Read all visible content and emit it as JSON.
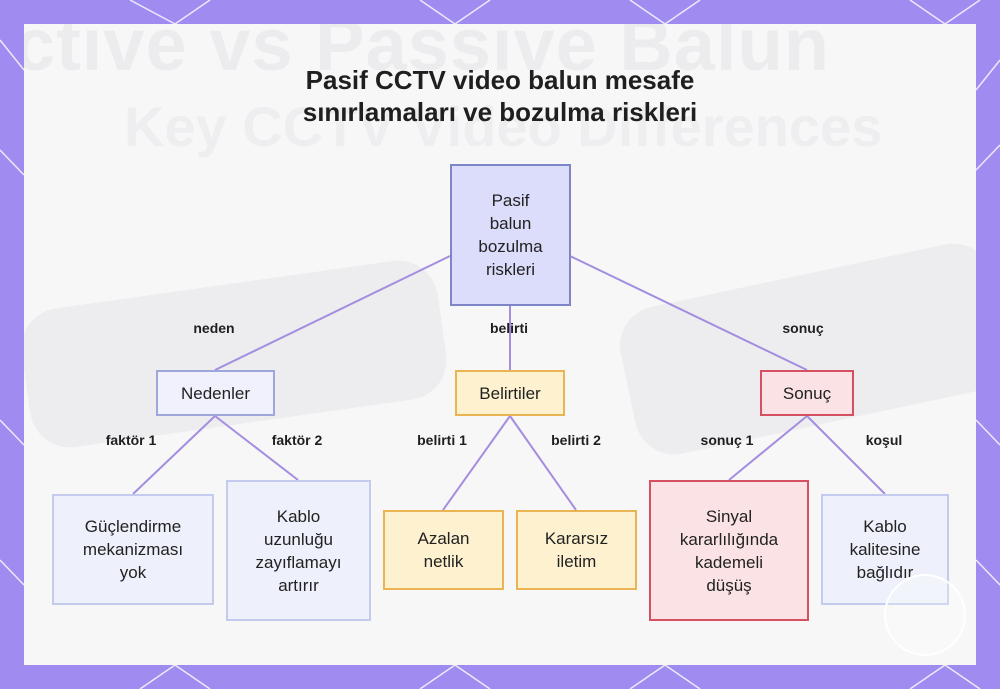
{
  "title": [
    "Pasif CCTV video balun mesafe",
    "sınırlamaları ve bozulma riskleri"
  ],
  "nodes": {
    "root": "Pasif\nbalun\nbozulma\nriskleri",
    "causes": "Nedenler",
    "symptoms": "Belirtiler",
    "result": "Sonuç",
    "no_amplification": "Güçlendirme\nmekanizması\nyok",
    "cable_length": "Kablo\nuzunluğu\nzayıflamayı\nartırır",
    "reduced_clarity": "Azalan\nnetlik",
    "unstable_transmission": "Kararsız\niletim",
    "signal_degradation": "Sinyal\nkararlılığında\nkademeli\ndüşüş",
    "cable_quality": "Kablo\nkalitesine\nbağlıdır"
  },
  "edges": {
    "root_causes": "neden",
    "root_symptoms": "belirti",
    "root_result": "sonuç",
    "factor1": "faktör 1",
    "factor2": "faktör 2",
    "symptom1": "belirti 1",
    "symptom2": "belirti 2",
    "result1": "sonuç 1",
    "condition": "koşul"
  },
  "colors": {
    "frame": "#a08cf0",
    "line": "#a58de0",
    "root_fill": "#dcdcfb",
    "orange_fill": "#fdf1cf",
    "red_fill": "#fbe3e5"
  }
}
